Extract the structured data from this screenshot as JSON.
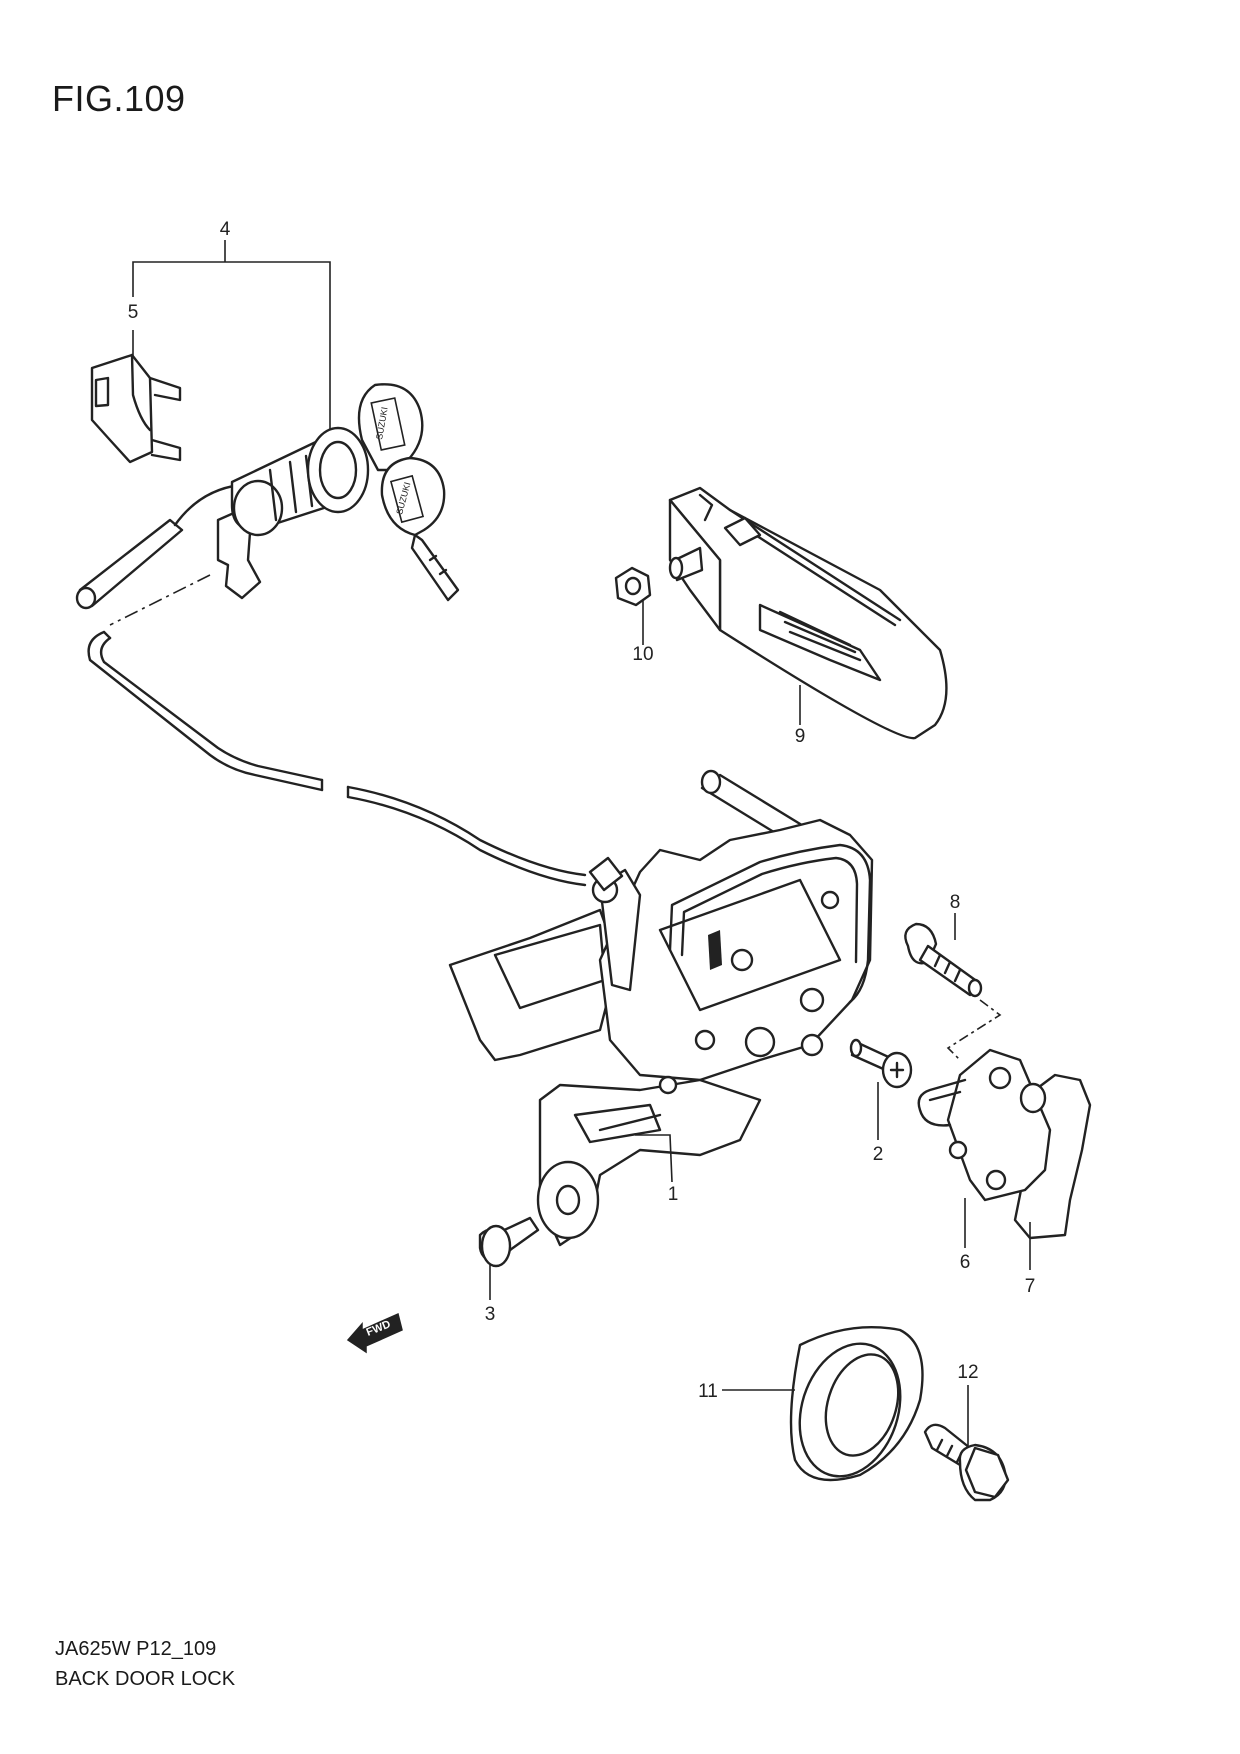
{
  "figure": {
    "title": "FIG.109",
    "model_code": "JA625W P12_109",
    "name": "BACK DOOR LOCK"
  },
  "callouts": [
    {
      "id": "1",
      "label": "1"
    },
    {
      "id": "2",
      "label": "2"
    },
    {
      "id": "3",
      "label": "3"
    },
    {
      "id": "4",
      "label": "4"
    },
    {
      "id": "5",
      "label": "5"
    },
    {
      "id": "6",
      "label": "6"
    },
    {
      "id": "7",
      "label": "7"
    },
    {
      "id": "8",
      "label": "8"
    },
    {
      "id": "9",
      "label": "9"
    },
    {
      "id": "10",
      "label": "10"
    },
    {
      "id": "11",
      "label": "11"
    },
    {
      "id": "12",
      "label": "12"
    }
  ],
  "direction_marker": {
    "label": "FWD"
  },
  "key_brand": "SUZUKI"
}
